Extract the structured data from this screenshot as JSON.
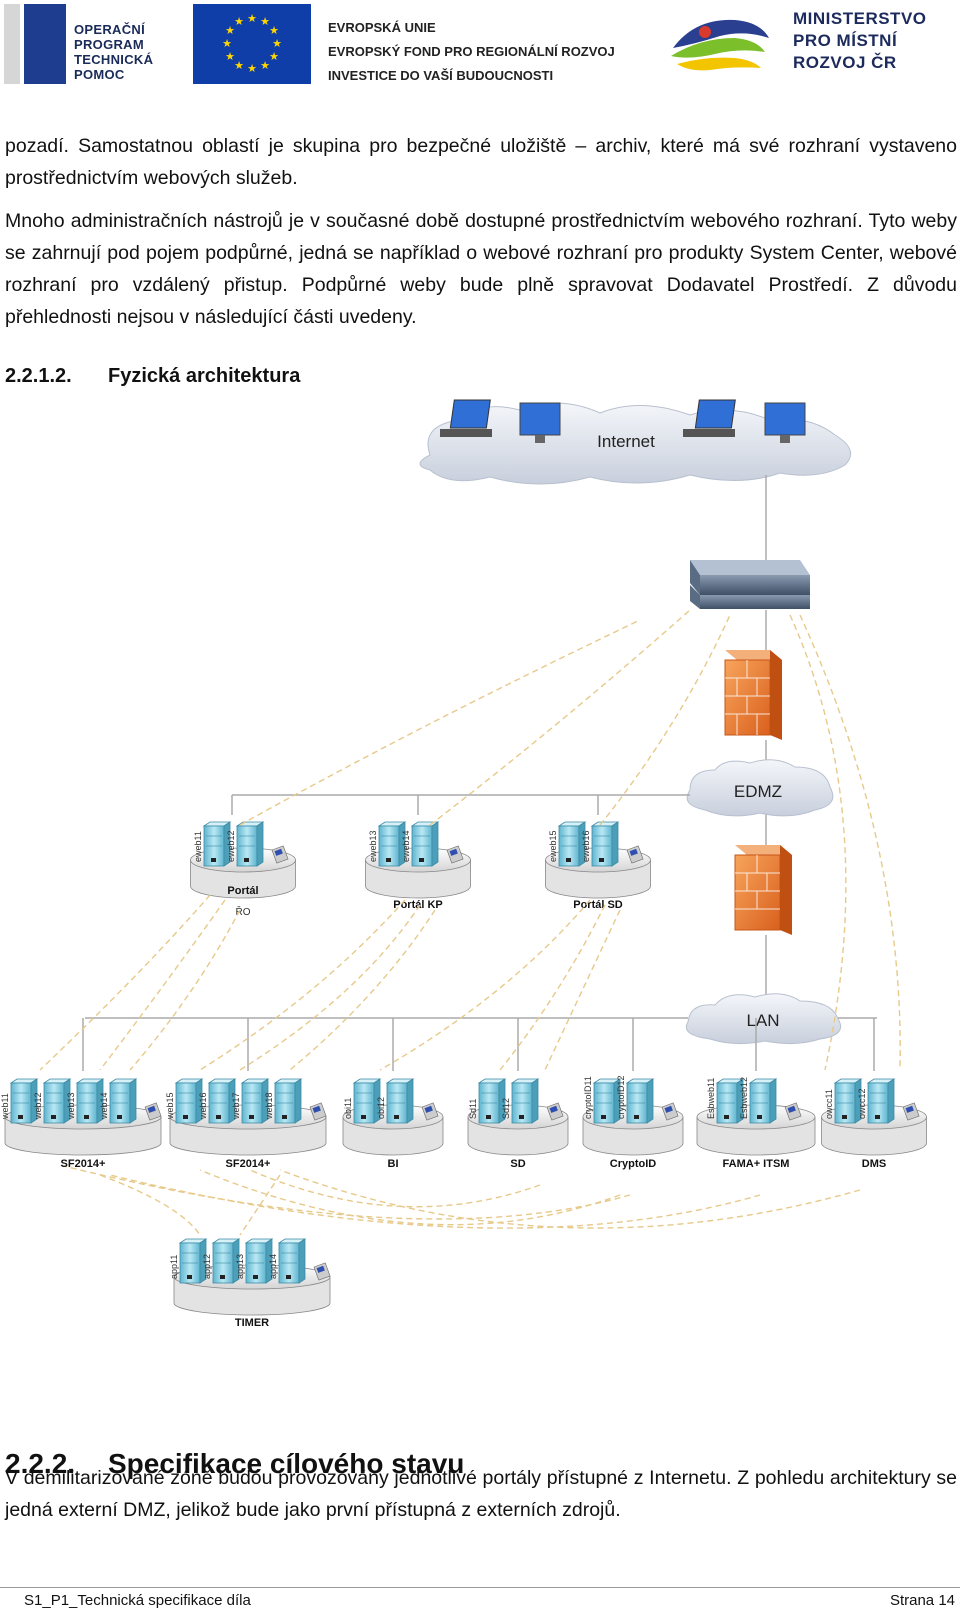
{
  "header": {
    "op_logo_text": [
      "OPERAČNÍ",
      "PROGRAM",
      "TECHNICKÁ",
      "POMOC"
    ],
    "eu_text": [
      "EVROPSKÁ UNIE",
      "EVROPSKÝ FOND PRO REGIONÁLNÍ ROZVOJ",
      "INVESTICE DO VAŠÍ BUDOUCNOSTI"
    ],
    "mmr_text": [
      "MINISTERSTVO",
      "PRO MÍSTNÍ",
      "ROZVOJ ČR"
    ]
  },
  "body": {
    "para1": "pozadí. Samostatnou oblastí je skupina pro bezpečné uložiště – archiv, které má své rozhraní vystaveno prostřednictvím webových služeb.",
    "para2": "Mnoho administračních nástrojů je v současné době dostupné prostřednictvím webového rozhraní. Tyto weby se zahrnují pod pojem podpůrné, jedná se například o webové rozhraní pro produkty System Center, webové rozhraní pro vzdálený přistup. Podpůrné weby bude plně spravovat Dodavatel Prostředí. Z důvodu přehlednosti nejsou v následující části uvedeny.",
    "section_number": "2.2.1.2.",
    "section_title": "Fyzická architektura",
    "h2_number": "2.2.2.",
    "h2_title": "Specifikace cílového stavu",
    "para3": "V demilitarizované zóně budou provozovány jednotlivé portály přístupné z Internetu. Z pohledu architektury se jedná externí DMZ, jelikož bude jako první přístupná z externích zdrojů."
  },
  "diagram": {
    "clouds": {
      "internet": "Internet",
      "edmz": "EDMZ",
      "lan": "LAN"
    },
    "portal_groups": [
      {
        "label": "Portál",
        "sublabel": "ŘO",
        "servers": [
          "eweb11",
          "eweb12"
        ]
      },
      {
        "label": "Portál KP",
        "sublabel": "",
        "servers": [
          "eweb13",
          "eweb14"
        ]
      },
      {
        "label": "Portál SD",
        "sublabel": "",
        "servers": [
          "eweb15",
          "eweb16"
        ]
      }
    ],
    "lan_groups": [
      {
        "label": "SF2014+",
        "servers": [
          "web11",
          "web12",
          "web13",
          "web14"
        ]
      },
      {
        "label": "SF2014+",
        "servers": [
          "web15",
          "web16",
          "web17",
          "web18"
        ]
      },
      {
        "label": "BI",
        "servers": [
          "obi11",
          "obi12"
        ]
      },
      {
        "label": "SD",
        "servers": [
          "Sd11",
          "Sd12"
        ]
      },
      {
        "label": "CryptoID",
        "servers": [
          "cryptoID11",
          "cryptoID12"
        ]
      },
      {
        "label": "FAMA+ ITSM",
        "servers": [
          "Esbweb11",
          "Esbweb12"
        ]
      },
      {
        "label": "DMS",
        "servers": [
          "owcc11",
          "owcc12"
        ]
      }
    ],
    "timer_group": {
      "label": "TIMER",
      "servers": [
        "app11",
        "app12",
        "app13",
        "app14"
      ]
    }
  },
  "footer": {
    "left": "S1_P1_Technická specifikace díla",
    "right": "Strana 14"
  },
  "colors": {
    "eu_blue": "#0f3ea8",
    "op_blue": "#1e3d8f",
    "server_cyan": "#8fd3e6",
    "firewall_orange": "#f0883e",
    "dashed_arrow": "#e7c98a"
  }
}
